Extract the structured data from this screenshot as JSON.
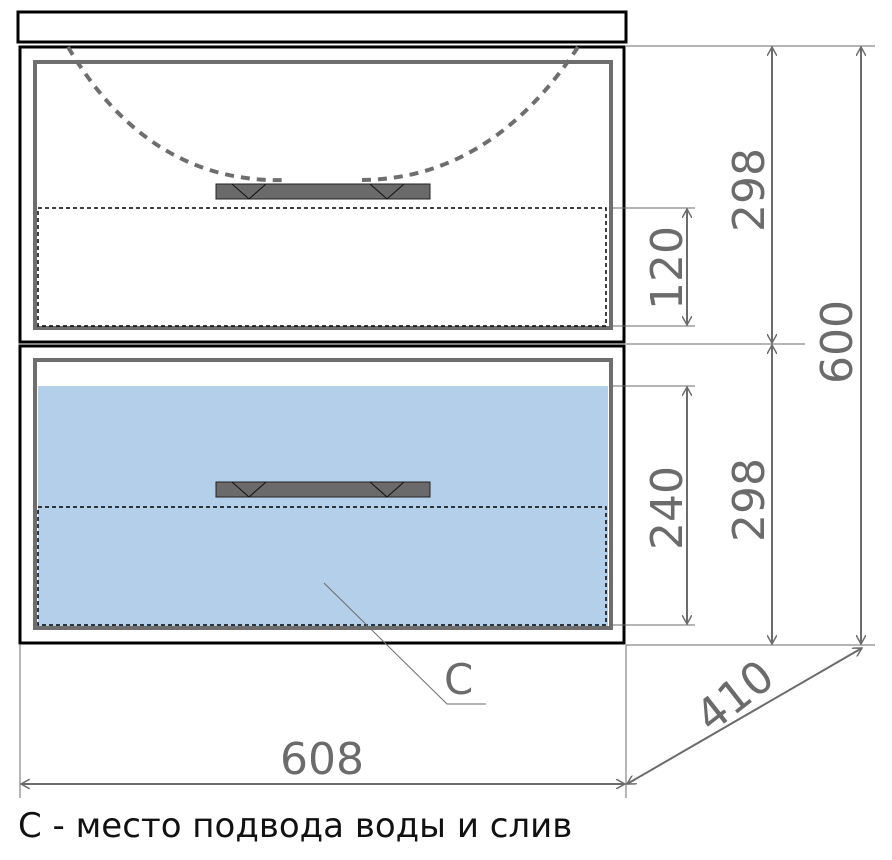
{
  "diagram": {
    "type": "technical-drawing",
    "subject": "vanity cabinet with two drawers, front view",
    "colors": {
      "outline": "#000000",
      "drawer_frame": "#6e6e6e",
      "handle": "#6a6a6a",
      "dimension": "#6b6b6b",
      "utility_zone": "#b4cfe9"
    },
    "dimensions": {
      "width": "608",
      "depth": "410",
      "total_height": "600",
      "top_drawer_height": "298",
      "bottom_drawer_height": "298",
      "top_drawer_inner": "120",
      "bottom_drawer_inner": "240"
    },
    "labels": {
      "utility_marker": "C"
    },
    "legend": {
      "caption": "С - место подвода воды и слив"
    }
  }
}
